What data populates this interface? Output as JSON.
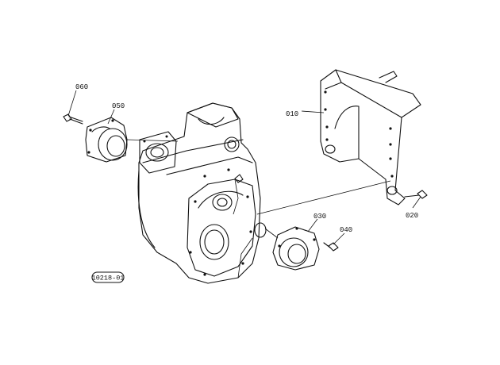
{
  "labels": {
    "p010": "010",
    "p020": "020",
    "p030": "030",
    "p040": "040",
    "p050": "050",
    "p060": "060"
  },
  "diagram_code": "10218-01",
  "colors": {
    "line": "#111111",
    "background": "#ffffff"
  }
}
